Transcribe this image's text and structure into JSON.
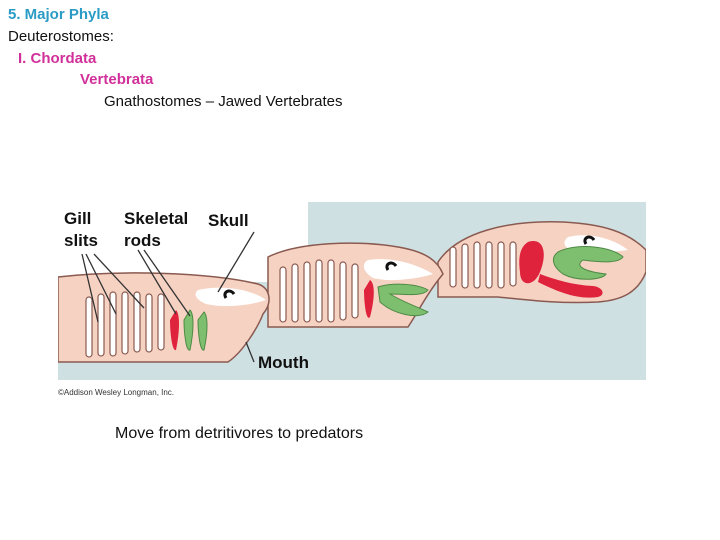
{
  "slide": {
    "heading": "5. Major Phyla",
    "deuterostomes": "Deuterostomes:",
    "chordata": "I. Chordata",
    "vertebrata": "Vertebrata",
    "gnathostomes": "Gnathostomes – Jawed Vertebrates",
    "caption": "Move from detritivores to predators"
  },
  "figure": {
    "labels": {
      "gill": "Gill",
      "slits": "slits",
      "skeletal": "Skeletal",
      "rods": "rods",
      "skull": "Skull",
      "mouth": "Mouth"
    },
    "credit": "©Addison Wesley Longman, Inc.",
    "colors": {
      "background": "#cfe0e3",
      "body": "#f6d2c3",
      "gill_arch_red": "#e0233d",
      "jaw_green": "#7dbf6f"
    }
  }
}
